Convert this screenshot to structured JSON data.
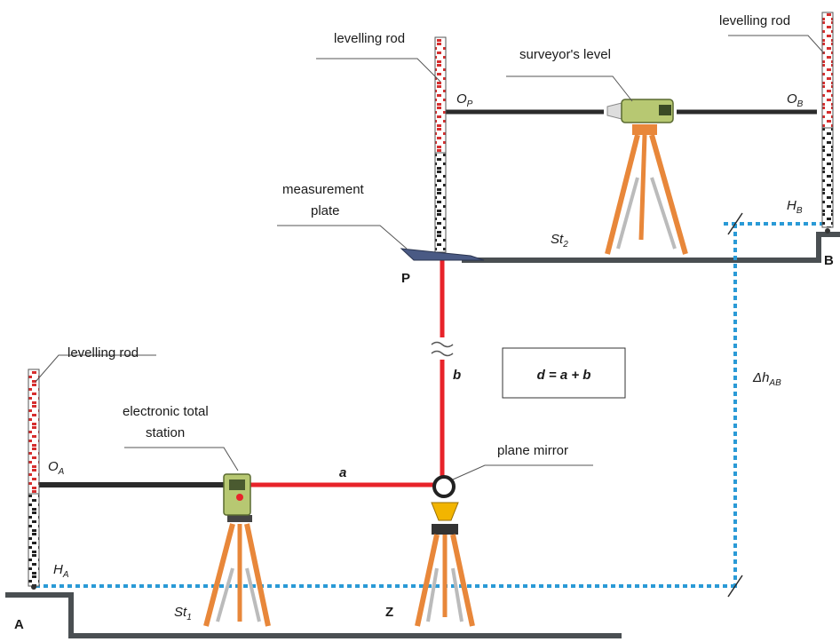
{
  "labels": {
    "rod_left": "levelling rod",
    "rod_mid": "levelling rod",
    "rod_right": "levelling rod",
    "surveyors_level": "surveyor's level",
    "measurement_plate_1": "measurement",
    "measurement_plate_2": "plate",
    "total_station_1": "electronic total",
    "total_station_2": "station",
    "plane_mirror": "plane mirror",
    "formula": "d = a + b",
    "seg_a": "a",
    "seg_b": "b",
    "point_A": "A",
    "point_B": "B",
    "point_P": "P",
    "point_Z": "Z",
    "O": "O",
    "H": "H",
    "St": "St",
    "sub_A": "A",
    "sub_B": "B",
    "sub_P": "P",
    "sub_1": "1",
    "sub_2": "2",
    "delta_h": "Δh",
    "sub_AB": "AB"
  },
  "colors": {
    "red_line": "#e8232a",
    "dark_line": "#2b2b2b",
    "ground": "#4a4f52",
    "dotted": "#2a9ad6",
    "rod_red": "#d62e2e",
    "instrument_green": "#b7c872",
    "tripod_orange": "#e8873a",
    "plate": "#4a5a84",
    "mirror_yellow": "#f2b500"
  }
}
